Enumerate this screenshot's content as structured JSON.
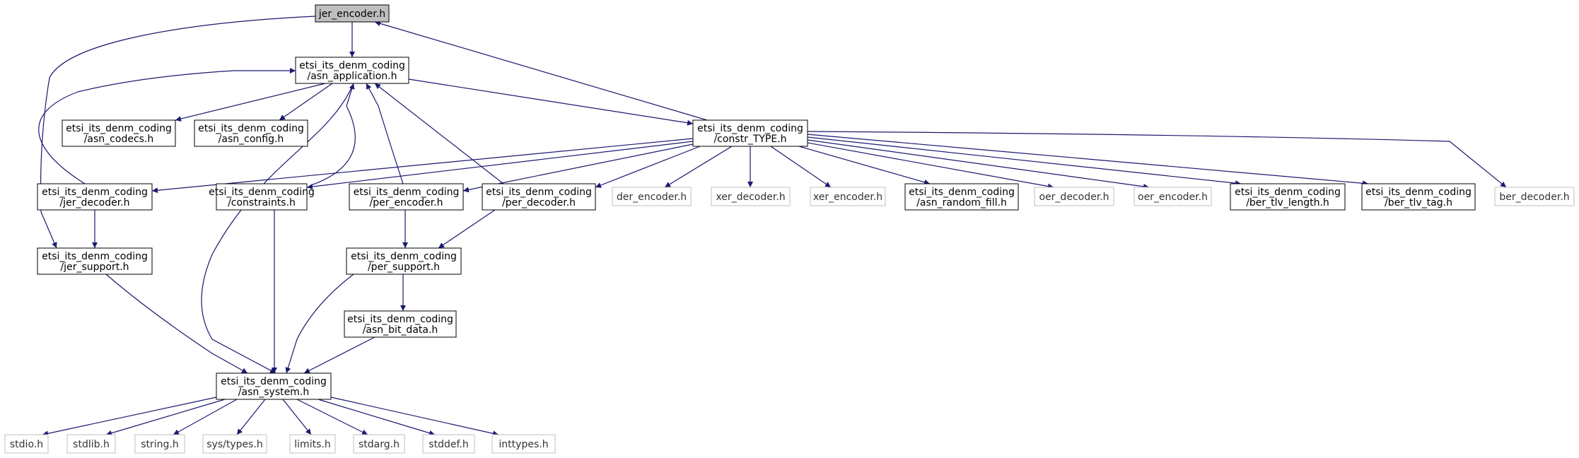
{
  "colors": {
    "edge": "#191970",
    "focus_fill": "#bfbfbf",
    "node_border": "#000000",
    "external_border": "#bfbfbf",
    "background": "#ffffff"
  },
  "nodes": {
    "jer_encoder": {
      "lines": [
        "jer_encoder.h"
      ],
      "kind": "focus"
    },
    "asn_application": {
      "lines": [
        "etsi_its_denm_coding",
        "/asn_application.h"
      ],
      "kind": "internal"
    },
    "asn_codecs": {
      "lines": [
        "etsi_its_denm_coding",
        "/asn_codecs.h"
      ],
      "kind": "internal"
    },
    "asn_config": {
      "lines": [
        "etsi_its_denm_coding",
        "/asn_config.h"
      ],
      "kind": "internal"
    },
    "constr_TYPE": {
      "lines": [
        "etsi_its_denm_coding",
        "/constr_TYPE.h"
      ],
      "kind": "internal"
    },
    "jer_decoder": {
      "lines": [
        "etsi_its_denm_coding",
        "/jer_decoder.h"
      ],
      "kind": "internal"
    },
    "constraints": {
      "lines": [
        "etsi_its_denm_coding",
        "/constraints.h"
      ],
      "kind": "internal"
    },
    "per_encoder": {
      "lines": [
        "etsi_its_denm_coding",
        "/per_encoder.h"
      ],
      "kind": "internal"
    },
    "per_decoder": {
      "lines": [
        "etsi_its_denm_coding",
        "/per_decoder.h"
      ],
      "kind": "internal"
    },
    "der_encoder": {
      "lines": [
        "der_encoder.h"
      ],
      "kind": "external"
    },
    "xer_decoder": {
      "lines": [
        "xer_decoder.h"
      ],
      "kind": "external"
    },
    "xer_encoder": {
      "lines": [
        "xer_encoder.h"
      ],
      "kind": "external"
    },
    "asn_random_fill": {
      "lines": [
        "etsi_its_denm_coding",
        "/asn_random_fill.h"
      ],
      "kind": "internal"
    },
    "oer_decoder": {
      "lines": [
        "oer_decoder.h"
      ],
      "kind": "external"
    },
    "oer_encoder": {
      "lines": [
        "oer_encoder.h"
      ],
      "kind": "external"
    },
    "ber_tlv_length": {
      "lines": [
        "etsi_its_denm_coding",
        "/ber_tlv_length.h"
      ],
      "kind": "internal"
    },
    "ber_tlv_tag": {
      "lines": [
        "etsi_its_denm_coding",
        "/ber_tlv_tag.h"
      ],
      "kind": "internal"
    },
    "ber_decoder": {
      "lines": [
        "ber_decoder.h"
      ],
      "kind": "external"
    },
    "jer_support": {
      "lines": [
        "etsi_its_denm_coding",
        "/jer_support.h"
      ],
      "kind": "internal"
    },
    "per_support": {
      "lines": [
        "etsi_its_denm_coding",
        "/per_support.h"
      ],
      "kind": "internal"
    },
    "asn_bit_data": {
      "lines": [
        "etsi_its_denm_coding",
        "/asn_bit_data.h"
      ],
      "kind": "internal"
    },
    "asn_system": {
      "lines": [
        "etsi_its_denm_coding",
        "/asn_system.h"
      ],
      "kind": "internal"
    },
    "stdio": {
      "lines": [
        "stdio.h"
      ],
      "kind": "external"
    },
    "stdlib": {
      "lines": [
        "stdlib.h"
      ],
      "kind": "external"
    },
    "string": {
      "lines": [
        "string.h"
      ],
      "kind": "external"
    },
    "sys_types": {
      "lines": [
        "sys/types.h"
      ],
      "kind": "external"
    },
    "limits": {
      "lines": [
        "limits.h"
      ],
      "kind": "external"
    },
    "stdarg": {
      "lines": [
        "stdarg.h"
      ],
      "kind": "external"
    },
    "stddef": {
      "lines": [
        "stddef.h"
      ],
      "kind": "external"
    },
    "inttypes": {
      "lines": [
        "inttypes.h"
      ],
      "kind": "external"
    }
  },
  "edges": [
    {
      "from": "jer_encoder",
      "to": "asn_application"
    },
    {
      "from": "jer_encoder",
      "to": "jer_support"
    },
    {
      "from": "constr_TYPE",
      "to": "jer_encoder"
    },
    {
      "from": "asn_application",
      "to": "asn_codecs"
    },
    {
      "from": "asn_application",
      "to": "asn_config"
    },
    {
      "from": "asn_application",
      "to": "constr_TYPE"
    },
    {
      "from": "asn_application",
      "to": "asn_system"
    },
    {
      "from": "jer_decoder",
      "to": "asn_application"
    },
    {
      "from": "constraints",
      "to": "asn_application"
    },
    {
      "from": "per_encoder",
      "to": "asn_application"
    },
    {
      "from": "per_decoder",
      "to": "asn_application"
    },
    {
      "from": "constr_TYPE",
      "to": "jer_decoder"
    },
    {
      "from": "constr_TYPE",
      "to": "constraints"
    },
    {
      "from": "constr_TYPE",
      "to": "per_encoder"
    },
    {
      "from": "constr_TYPE",
      "to": "per_decoder"
    },
    {
      "from": "constr_TYPE",
      "to": "der_encoder"
    },
    {
      "from": "constr_TYPE",
      "to": "xer_decoder"
    },
    {
      "from": "constr_TYPE",
      "to": "xer_encoder"
    },
    {
      "from": "constr_TYPE",
      "to": "asn_random_fill"
    },
    {
      "from": "constr_TYPE",
      "to": "oer_decoder"
    },
    {
      "from": "constr_TYPE",
      "to": "oer_encoder"
    },
    {
      "from": "constr_TYPE",
      "to": "ber_tlv_length"
    },
    {
      "from": "constr_TYPE",
      "to": "ber_tlv_tag"
    },
    {
      "from": "constr_TYPE",
      "to": "ber_decoder"
    },
    {
      "from": "jer_decoder",
      "to": "jer_support"
    },
    {
      "from": "constraints",
      "to": "asn_system"
    },
    {
      "from": "per_encoder",
      "to": "per_support"
    },
    {
      "from": "per_decoder",
      "to": "per_support"
    },
    {
      "from": "jer_support",
      "to": "asn_system"
    },
    {
      "from": "per_support",
      "to": "asn_system"
    },
    {
      "from": "per_support",
      "to": "asn_bit_data"
    },
    {
      "from": "asn_bit_data",
      "to": "asn_system"
    },
    {
      "from": "asn_system",
      "to": "stdio"
    },
    {
      "from": "asn_system",
      "to": "stdlib"
    },
    {
      "from": "asn_system",
      "to": "string"
    },
    {
      "from": "asn_system",
      "to": "sys_types"
    },
    {
      "from": "asn_system",
      "to": "limits"
    },
    {
      "from": "asn_system",
      "to": "stdarg"
    },
    {
      "from": "asn_system",
      "to": "stddef"
    },
    {
      "from": "asn_system",
      "to": "inttypes"
    }
  ]
}
